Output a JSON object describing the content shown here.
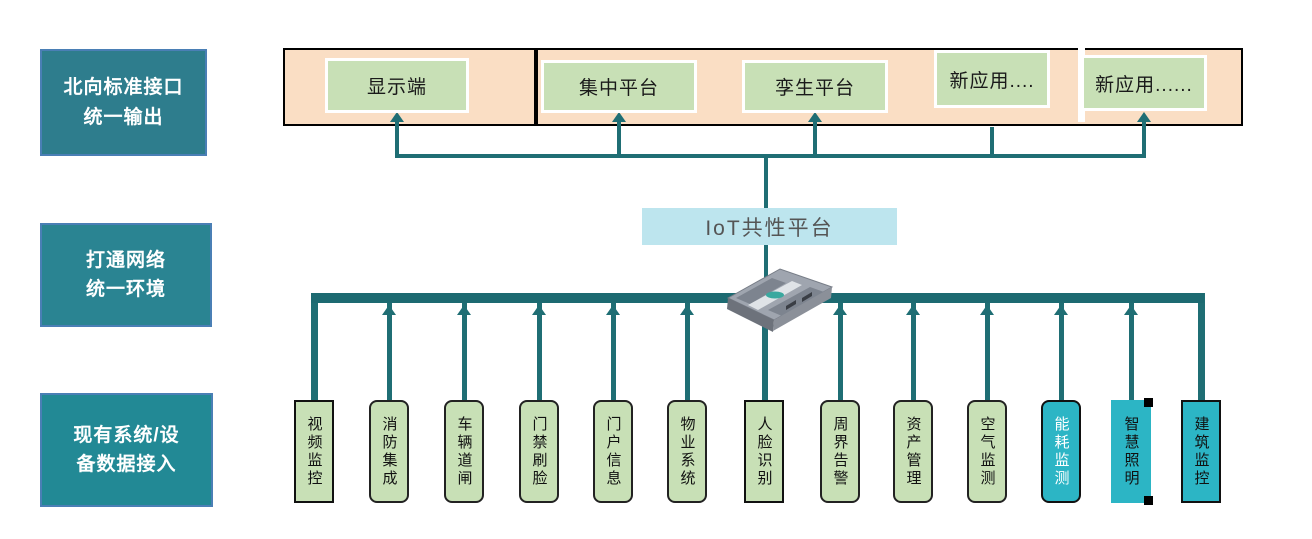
{
  "left_labels": [
    {
      "text": "北向标准接口\n统一输出"
    },
    {
      "text": "打通网络\n统一环境"
    },
    {
      "text": "现有系统/设\n备数据接入"
    }
  ],
  "top_apps": {
    "items": [
      {
        "label": "显示端"
      },
      {
        "label": "集中平台"
      },
      {
        "label": "孪生平台"
      },
      {
        "label": "新应用...."
      },
      {
        "label": "新应用......"
      }
    ]
  },
  "platform": {
    "label": "IoT共性平台"
  },
  "bottom_systems": {
    "items": [
      {
        "label": "视频监控",
        "variant": "green-square"
      },
      {
        "label": "消防集成",
        "variant": "green-rounded"
      },
      {
        "label": "车辆道闸",
        "variant": "green-rounded"
      },
      {
        "label": "门禁刷脸",
        "variant": "green-rounded"
      },
      {
        "label": "门户信息",
        "variant": "green-rounded"
      },
      {
        "label": "物业系统",
        "variant": "green-rounded"
      },
      {
        "label": "人脸识别",
        "variant": "green-square"
      },
      {
        "label": "周界告警",
        "variant": "green-rounded"
      },
      {
        "label": "资产管理",
        "variant": "green-rounded"
      },
      {
        "label": "空气监测",
        "variant": "green-rounded"
      },
      {
        "label": "能耗监测",
        "variant": "cyan-white-text"
      },
      {
        "label": "智慧照明",
        "variant": "cyan-plain"
      },
      {
        "label": "建筑监控",
        "variant": "cyan-black-text"
      }
    ]
  },
  "colors": {
    "left_label_bg": "#2a8191",
    "left_label_border": "#4a7fb5",
    "top_bar_bg": "#fadec4",
    "green_box_bg": "#c8e0b6",
    "platform_bg": "#bde5ee",
    "connector": "#1f6e74",
    "bus_bar": "#1d6a71",
    "cyan_box_bg": "#2cb5c5"
  }
}
